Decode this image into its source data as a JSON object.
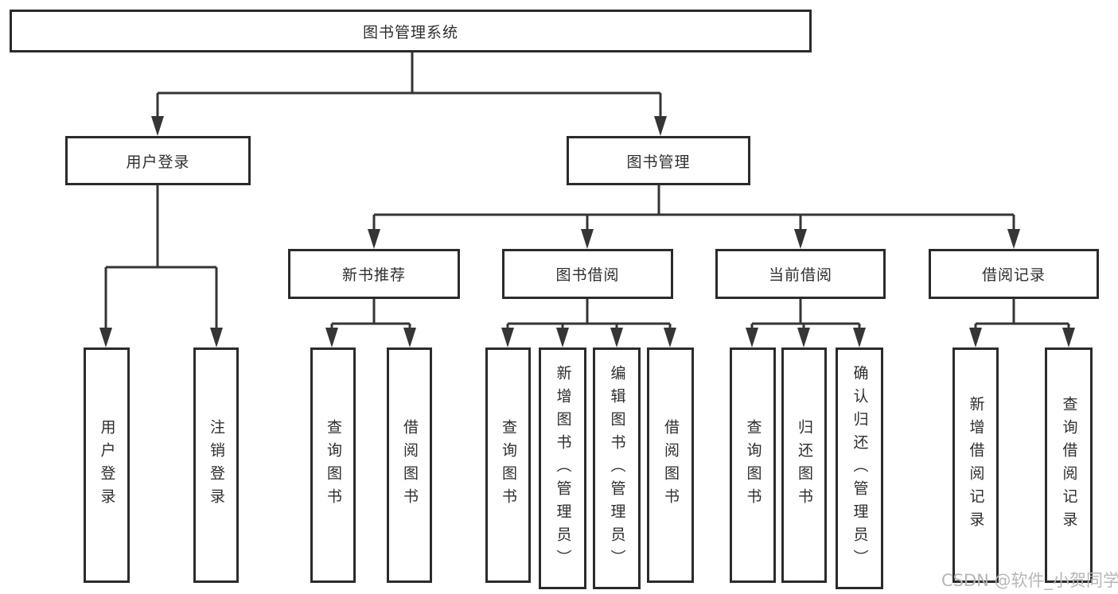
{
  "diagram": {
    "root": {
      "label": "图书管理系统"
    },
    "branches": [
      {
        "label": "用户登录",
        "children": [
          {
            "label": "用户登录"
          },
          {
            "label": "注销登录"
          }
        ]
      },
      {
        "label": "图书管理",
        "children": [
          {
            "label": "新书推荐",
            "children": [
              {
                "label": "查询图书"
              },
              {
                "label": "借阅图书"
              }
            ]
          },
          {
            "label": "图书借阅",
            "children": [
              {
                "label": "查询图书"
              },
              {
                "label": "新增图书（管理员）"
              },
              {
                "label": "编辑图书（管理员）"
              },
              {
                "label": "借阅图书"
              }
            ]
          },
          {
            "label": "当前借阅",
            "children": [
              {
                "label": "查询图书"
              },
              {
                "label": "归还图书"
              },
              {
                "label": "确认归还（管理员）"
              }
            ]
          },
          {
            "label": "借阅记录",
            "children": [
              {
                "label": "新增借阅记录"
              },
              {
                "label": "查询借阅记录"
              }
            ]
          }
        ]
      }
    ]
  },
  "watermark": {
    "text": "CSDN @软件_小贺同学"
  },
  "colors": {
    "line": "#353535",
    "border": "#2b2b2b",
    "text": "#2e2e2e",
    "watermark": "#b7b7b7",
    "background": "#ffffff"
  }
}
